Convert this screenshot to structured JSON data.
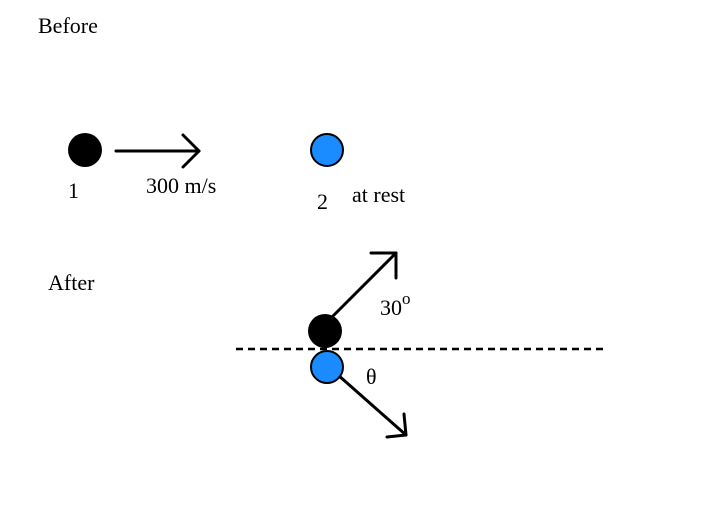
{
  "labels": {
    "before": "Before",
    "after": "After",
    "ball1": "1",
    "ball2": "2",
    "velocity": "300 m/s",
    "at_rest": "at rest",
    "angle1_value": "30",
    "angle1_unit": "o",
    "angle2": "θ"
  },
  "colors": {
    "ball1": "#000000",
    "ball2": "#1a8cff"
  }
}
